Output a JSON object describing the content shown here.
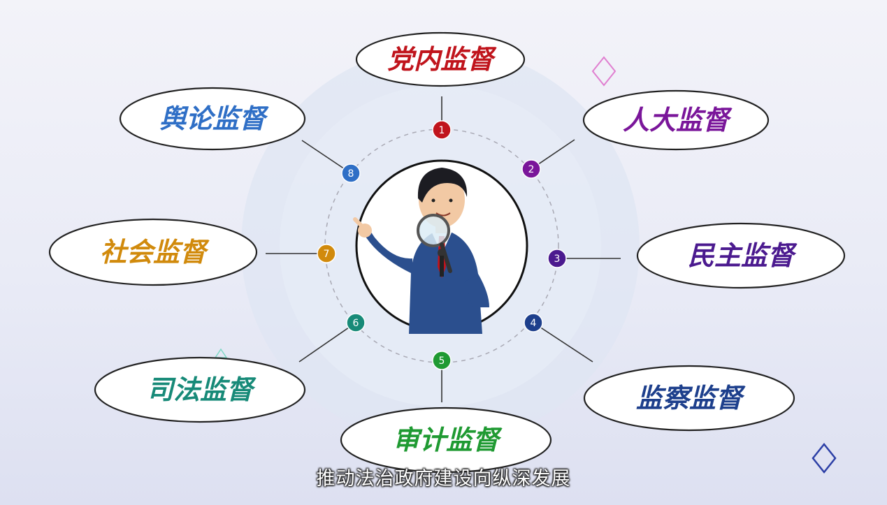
{
  "diagram": {
    "center": {
      "illustration": "businessman-with-magnifying-glass"
    },
    "nodes": [
      {
        "number": "1",
        "label": "党内监督",
        "color": "#c0141c"
      },
      {
        "number": "2",
        "label": "人大监督",
        "color": "#7a169a"
      },
      {
        "number": "3",
        "label": "民主监督",
        "color": "#4b1a8f"
      },
      {
        "number": "4",
        "label": "监察监督",
        "color": "#1d3f8c"
      },
      {
        "number": "5",
        "label": "审计监督",
        "color": "#1f9a32"
      },
      {
        "number": "6",
        "label": "司法监督",
        "color": "#178a78"
      },
      {
        "number": "7",
        "label": "社会监督",
        "color": "#d18a0c"
      },
      {
        "number": "8",
        "label": "舆论监督",
        "color": "#2f6fc6"
      }
    ]
  },
  "subtitle": "推动法治政府建设向纵深发展"
}
